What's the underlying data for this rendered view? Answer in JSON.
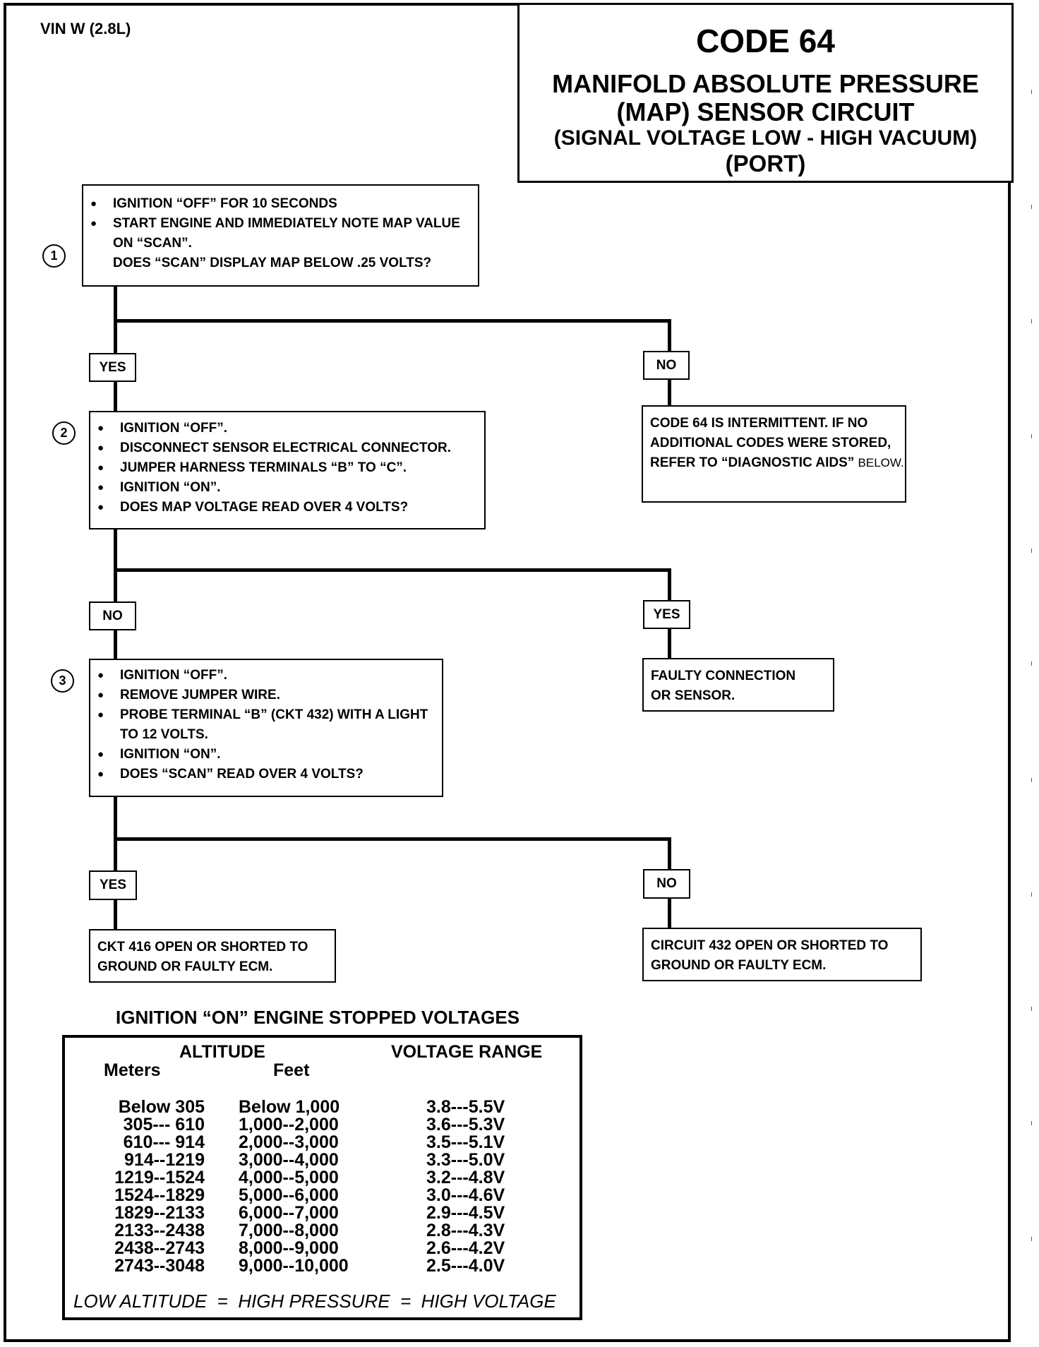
{
  "header": {
    "vin": "VIN W (2.8L)",
    "code": "CODE 64",
    "title_line1": "MANIFOLD ABSOLUTE PRESSURE",
    "title_line2": "(MAP) SENSOR CIRCUIT",
    "title_line3": "(SIGNAL VOLTAGE LOW - HIGH VACUUM)",
    "title_line4": "(PORT)"
  },
  "steps": [
    {
      "number": "1",
      "bullets": [
        "IGNITION “OFF” FOR 10 SECONDS",
        "START ENGINE AND IMMEDIATELY NOTE MAP VALUE ON “SCAN”."
      ],
      "question": "DOES “SCAN” DISPLAY MAP BELOW .25 VOLTS?"
    },
    {
      "number": "2",
      "bullets": [
        "IGNITION “OFF”.",
        "DISCONNECT SENSOR ELECTRICAL CONNECTOR.",
        "JUMPER HARNESS TERMINALS “B” TO “C”.",
        "IGNITION “ON”.",
        "DOES MAP VOLTAGE READ OVER 4 VOLTS?"
      ]
    },
    {
      "number": "3",
      "bullets": [
        "IGNITION “OFF”.",
        "REMOVE JUMPER WIRE.",
        "PROBE TERMINAL “B” (CKT 432) WITH A LIGHT TO 12 VOLTS.",
        "IGNITION “ON”.",
        "DOES “SCAN” READ OVER 4 VOLTS?"
      ]
    }
  ],
  "branches": {
    "s1_left": "YES",
    "s1_right": "NO",
    "s2_left": "NO",
    "s2_right": "YES",
    "s3_left": "YES",
    "s3_right": "NO"
  },
  "results": {
    "s1_no": "CODE 64 IS INTERMITTENT. IF NO ADDITIONAL CODES WERE STORED, REFER TO “DIAGNOSTIC AIDS”",
    "s1_no_suffix": "BELOW.",
    "s2_yes": "FAULTY CONNECTION OR SENSOR.",
    "s3_yes": "CKT 416 OPEN OR SHORTED TO GROUND OR FAULTY ECM.",
    "s3_no": "CIRCUIT 432 OPEN OR SHORTED TO GROUND OR FAULTY ECM."
  },
  "voltage_table": {
    "title": "IGNITION “ON” ENGINE STOPPED VOLTAGES",
    "altitude_header": "ALTITUDE",
    "meters_header": "Meters",
    "feet_header": "Feet",
    "voltage_header": "VOLTAGE RANGE",
    "meters": [
      "Below 305",
      "305--- 610",
      "610--- 914",
      "914--1219",
      "1219--1524",
      "1524--1829",
      "1829--2133",
      "2133--2438",
      "2438--2743",
      "2743--3048"
    ],
    "feet": [
      "Below 1,000",
      "1,000--2,000",
      "2,000--3,000",
      "3,000--4,000",
      "4,000--5,000",
      "5,000--6,000",
      "6,000--7,000",
      "7,000--8,000",
      "8,000--9,000",
      "9,000--10,000"
    ],
    "voltage": [
      "3.8---5.5V",
      "3.6---5.3V",
      "3.5---5.1V",
      "3.3---5.0V",
      "3.2---4.8V",
      "3.0---4.6V",
      "2.9---4.5V",
      "2.8---4.3V",
      "2.6---4.2V",
      "2.5---4.0V"
    ],
    "footer": "LOW ALTITUDE  =  HIGH PRESSURE  =  HIGH VOLTAGE"
  }
}
